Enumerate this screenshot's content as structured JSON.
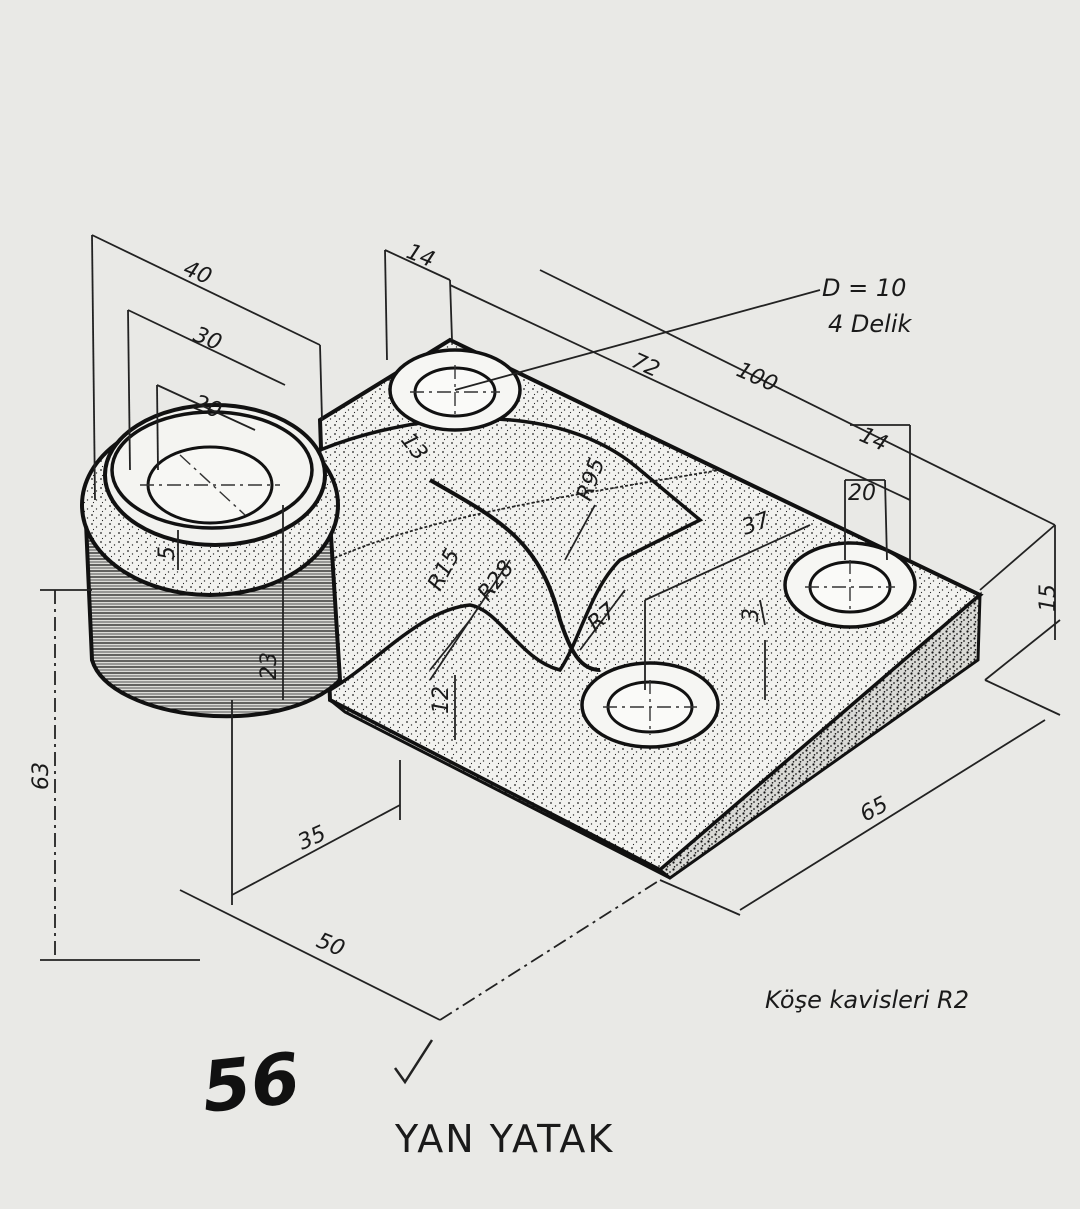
{
  "drawing": {
    "number": "56",
    "title": "YAN YATAK",
    "note": "Köşe kavisleri R2",
    "hole_spec": {
      "diameter": "D = 10",
      "count": "4 Delik"
    },
    "dimensions": {
      "d40": "40",
      "d30": "30",
      "d20_top": "20",
      "d14_top": "14",
      "d72": "72",
      "d100": "100",
      "d14_right": "14",
      "d20_right": "20",
      "d15": "15",
      "d13": "13",
      "dR95": "R95",
      "d5": "5",
      "dR15": "R15",
      "dR28": "R28",
      "d37": "37",
      "dR7": "R7",
      "d3": "3",
      "d23": "23",
      "d12": "12",
      "d63": "63",
      "d35": "35",
      "d65": "65",
      "d50": "50"
    },
    "colors": {
      "paper": "#e9e9e6",
      "ink": "#1a1a1a"
    }
  }
}
